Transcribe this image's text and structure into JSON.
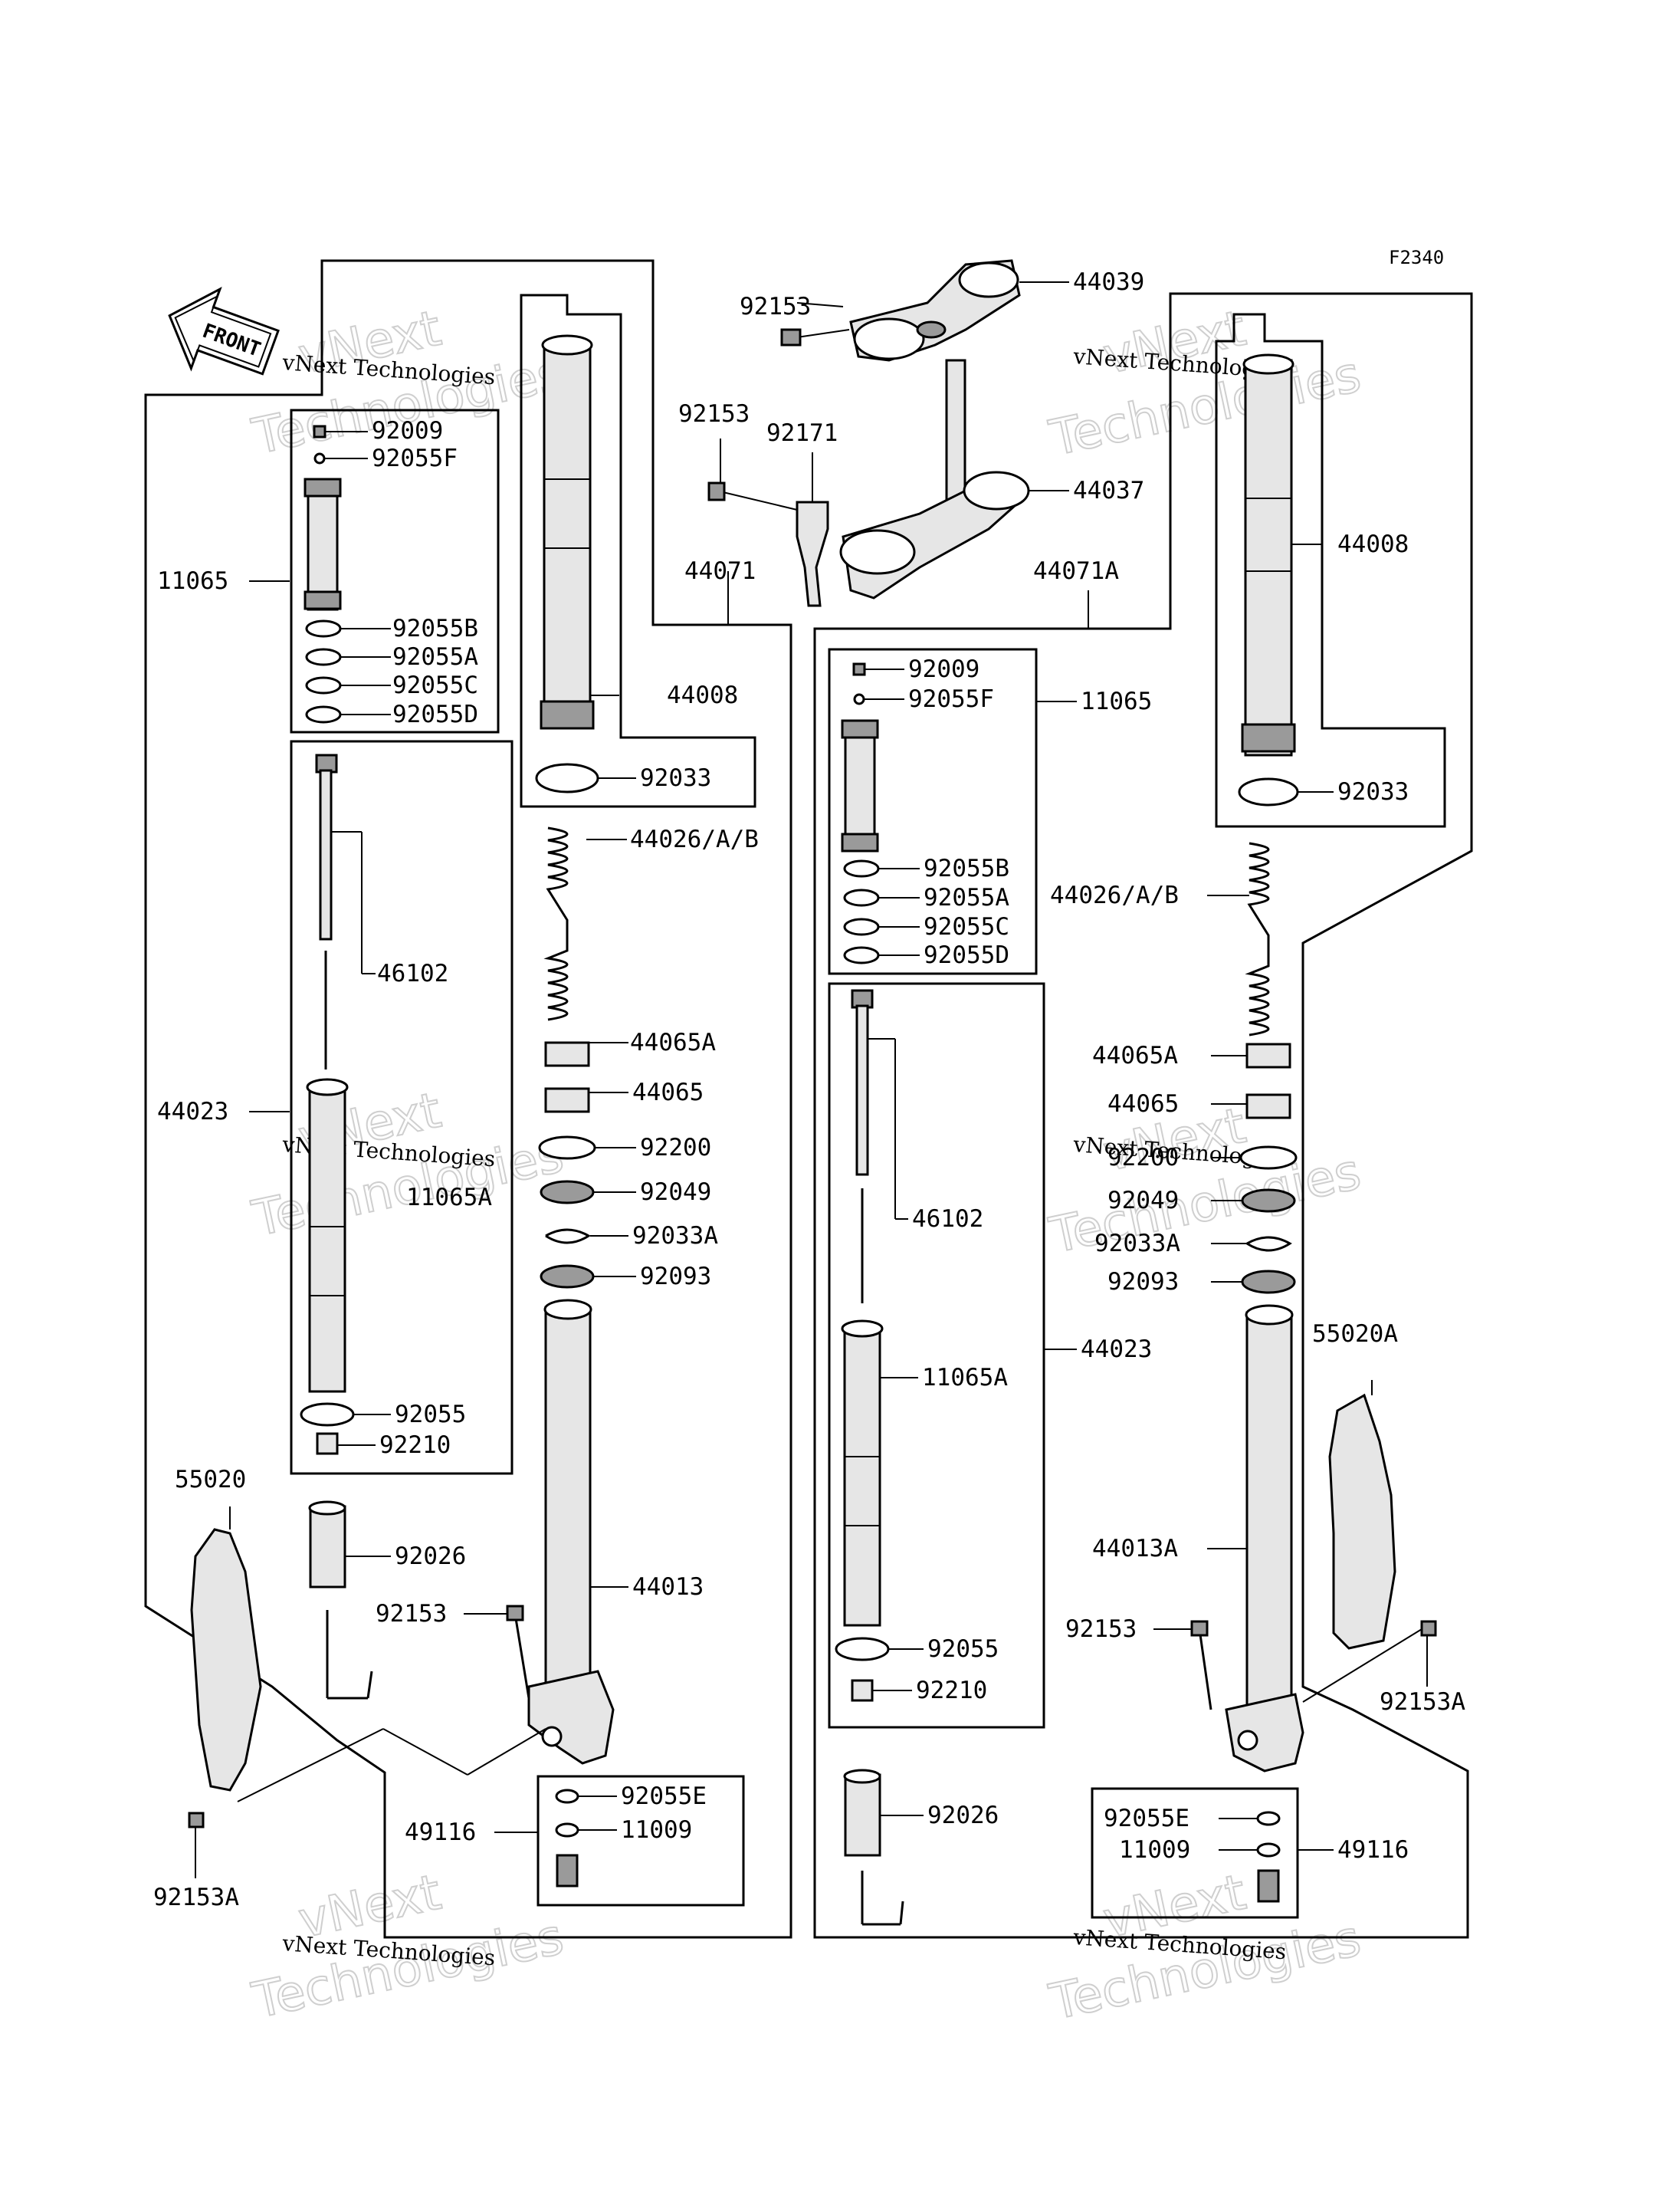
{
  "figure_code": "F2340",
  "front_label": "FRONT",
  "watermark": {
    "line1": "vNext Technologies",
    "line2": "vNext",
    "line3": "Technologies"
  },
  "left_labels": {
    "p92009": "92009",
    "p92055F": "92055F",
    "p11065": "11065",
    "p92055B": "92055B",
    "p92055A": "92055A",
    "p92055C": "92055C",
    "p92055D": "92055D",
    "p46102": "46102",
    "p44023": "44023",
    "p11065A": "11065A",
    "p92055": "92055",
    "p92210": "92210",
    "p92026": "92026",
    "p55020": "55020",
    "p92153": "92153",
    "p92153A": "92153A",
    "p44071": "44071",
    "p44008": "44008",
    "p92033": "92033",
    "p44026": "44026/A/B",
    "p44065A": "44065A",
    "p44065": "44065",
    "p92200": "92200",
    "p92049": "92049",
    "p92033A": "92033A",
    "p92093": "92093",
    "p44013": "44013",
    "p92055E": "92055E",
    "p49116": "49116",
    "p11009": "11009"
  },
  "top_labels": {
    "p92153a": "92153",
    "p44039": "44039",
    "p92153b": "92153",
    "p92171": "92171",
    "p44037": "44037"
  },
  "right_labels": {
    "p44071A": "44071A",
    "p92009": "92009",
    "p92055F": "92055F",
    "p11065": "11065",
    "p92055B": "92055B",
    "p92055A": "92055A",
    "p92055C": "92055C",
    "p92055D": "92055D",
    "p46102": "46102",
    "p44023": "44023",
    "p11065A": "11065A",
    "p92055": "92055",
    "p92210": "92210",
    "p92026": "92026",
    "p44008": "44008",
    "p92033": "92033",
    "p44026": "44026/A/B",
    "p44065A": "44065A",
    "p44065": "44065",
    "p92200": "92200",
    "p92049": "92049",
    "p92033A": "92033A",
    "p92093": "92093",
    "p55020A": "55020A",
    "p44013A": "44013A",
    "p92153": "92153",
    "p92153A": "92153A",
    "p92055E": "92055E",
    "p11009": "11009",
    "p49116": "49116"
  }
}
